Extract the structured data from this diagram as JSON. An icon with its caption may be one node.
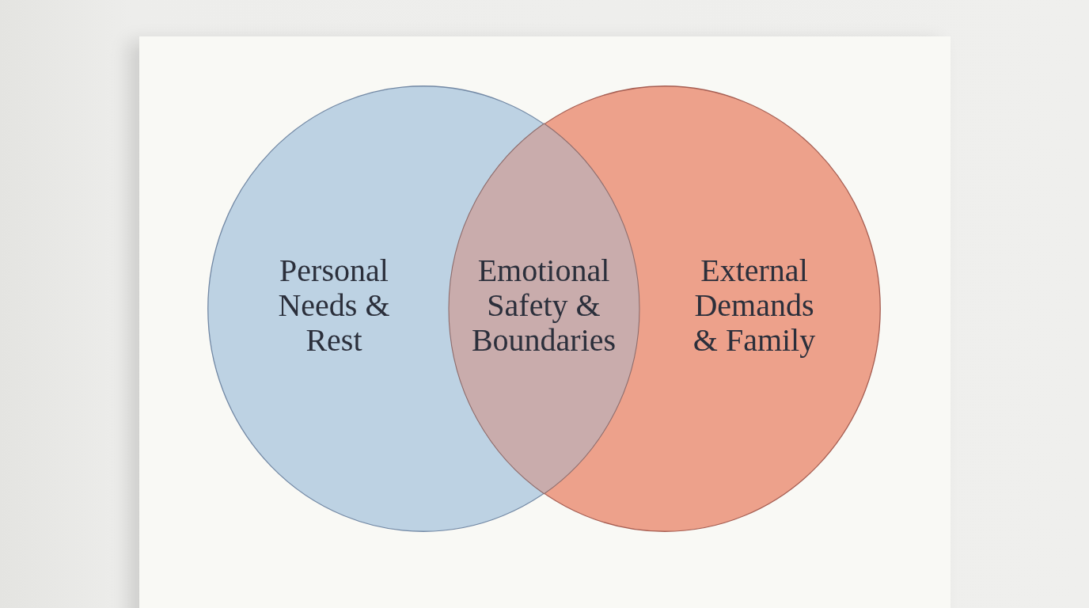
{
  "diagram": {
    "nodes": [
      {
        "text": [
          "Personal Needs & Rest"
        ]
      },
      {
        "text": [
          "Emotional Safety & Boundaries"
        ]
      },
      {
        "text": [
          "External Demands & Family"
        ]
      }
    ]
  }
}
